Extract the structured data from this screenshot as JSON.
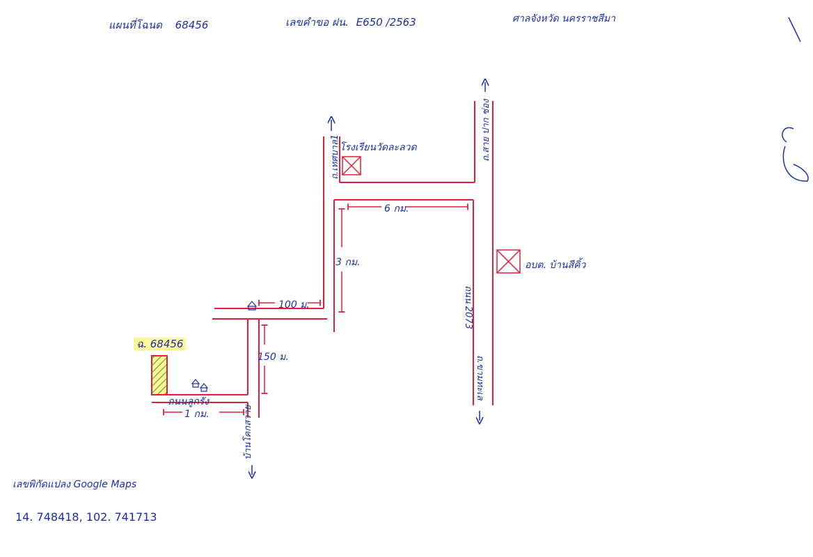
{
  "header": {
    "deed_label": "แผนที่โฉนด",
    "deed_no": "68456",
    "request_label": "เลขคำขอ ฝน.",
    "request_no": "E650 /2563",
    "office": "ศาลจังหวัด นครราชสีมา",
    "page_mark": "1"
  },
  "margin_note": "2",
  "roads": {
    "road_left_vertical": "ถ.เทศบาล1",
    "road_far_right_top": "ถ.สาย ปาก ช่อง",
    "road_right_mid": "ถนน 2073",
    "road_right_bottom": "ถ.ขามทะเล",
    "road_bottom_left": "ถนนลูกรัง",
    "village_road": "บ้านโคกสวาย"
  },
  "landmarks": {
    "school": "โรงเรียนวัดละลวด",
    "sao": "อบต. บ้านสีคิ้ว"
  },
  "distances": {
    "top_span": "6 กม.",
    "vertical_span": "3 กม.",
    "middle_span": "100 ม.",
    "short_vertical": "150 ม.",
    "bottom_span": "1 กม."
  },
  "parcel": {
    "label": "ฉ. 68456"
  },
  "footer": {
    "gps_label": "เลขพิกัดแปลง Google Maps",
    "coordinates": "14. 748418, 102. 741713"
  },
  "colors": {
    "road": "#e0203a",
    "ink": "#1b2fa8",
    "highlight": "#fbf79a",
    "parcel_hatch": "#6aa83a"
  }
}
